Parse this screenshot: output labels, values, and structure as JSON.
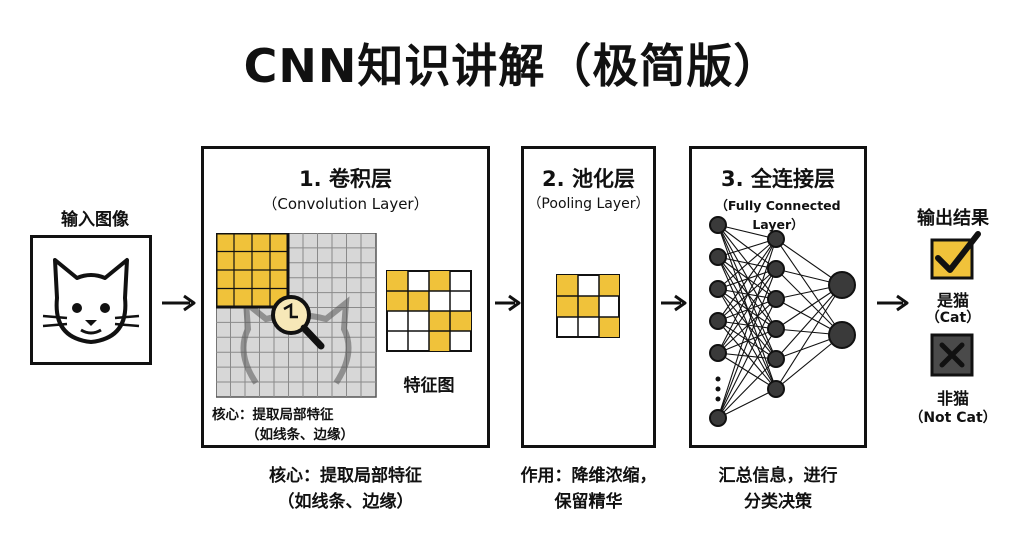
{
  "title": "CNN知识讲解（极简版）",
  "input": {
    "label": "输入图像"
  },
  "conv": {
    "title": "1. 卷积层",
    "subtitle": "（Convolution Layer）",
    "feature_map_label": "特征图",
    "inner_note_line1": "核心：提取局部特征",
    "inner_note_line2": "（如线条、边缘）",
    "caption_line1": "核心：提取局部特征",
    "caption_line2": "（如线条、边缘）"
  },
  "pool": {
    "title": "2. 池化层",
    "subtitle": "（Pooling Layer）",
    "caption_line1": "作用：降维浓缩，",
    "caption_line2": "保留精华"
  },
  "fc": {
    "title": "3. 全连接层",
    "subtitle": "（Fully Connected Layer）",
    "caption_line1": "汇总信息，进行",
    "caption_line2": "分类决策"
  },
  "output": {
    "label": "输出结果",
    "cat_label": "是猫",
    "cat_sub": "（Cat）",
    "notcat_label": "非猫",
    "notcat_sub": "（Not Cat）"
  },
  "colors": {
    "accent": "#f0c23a",
    "dark": "#2b2b2b",
    "grid": "#9a9a9a"
  },
  "icons": [
    "cat-face-icon",
    "magnifier-icon",
    "check-icon",
    "cross-icon",
    "right-arrow-icon"
  ]
}
